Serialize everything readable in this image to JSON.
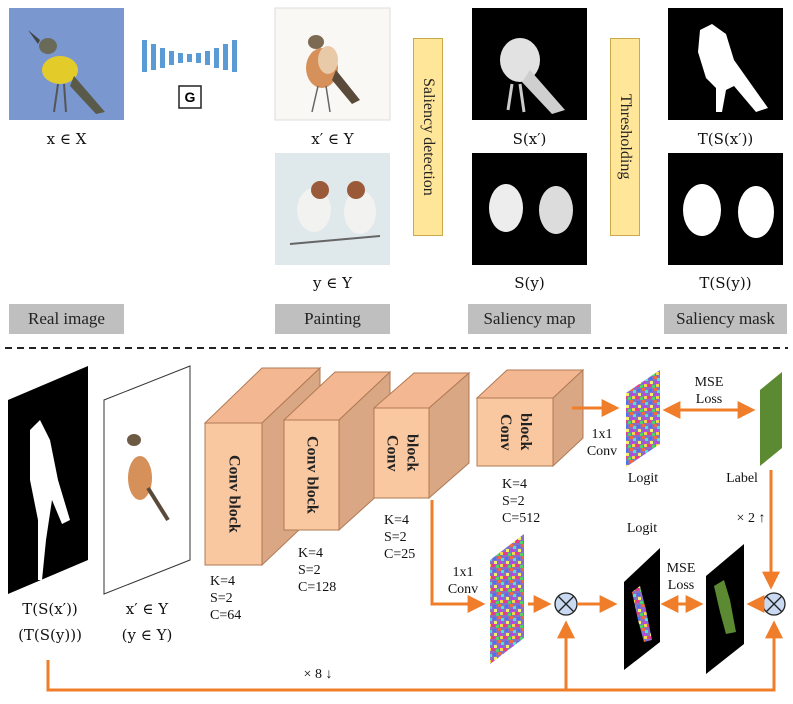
{
  "top": {
    "generator_label": "G",
    "captions": {
      "x_in_X": "x ∈ X",
      "xp_in_Y": "x′ ∈ Y",
      "y_in_Y": "y ∈ Y",
      "S_xp": "S(x′)",
      "S_y": "S(y)",
      "T_S_xp": "T(S(x′))",
      "T_S_y": "T(S(y))"
    },
    "saliency_detection": "Saliency detection",
    "thresholding": "Thresholding",
    "row_labels": [
      "Real image",
      "Painting",
      "Saliency map",
      "Saliency mask"
    ]
  },
  "bottom": {
    "mask_caption_1": "T(S(x′))",
    "mask_caption_2": "(T(S(y)))",
    "painting_caption_1": "x′ ∈ Y",
    "painting_caption_2": "(y ∈ Y)",
    "conv_block_label": "Conv block",
    "conv_block_label_short_1": "Conv",
    "conv_block_label_short_2": "block",
    "block_params": [
      {
        "K": "K=4",
        "S": "S=2",
        "C": "C=64"
      },
      {
        "K": "K=4",
        "S": "S=2",
        "C": "C=128"
      },
      {
        "K": "K=4",
        "S": "S=2",
        "C": "C=25"
      },
      {
        "K": "K=4",
        "S": "S=2",
        "C": "C=512"
      }
    ],
    "conv1x1_a": "1x1",
    "conv1x1_b": "Conv",
    "logit": "Logit",
    "label": "Label",
    "mse": "MSE",
    "loss": "Loss",
    "up_x2": "× 2 ↑",
    "down_x8": "× 8 ↓",
    "colors": {
      "orange": "#f07d2a",
      "block_front": "#fac8a0",
      "block_side": "#d9a784",
      "block_top": "#f3b892",
      "label_green": "#5b8a32",
      "sal_yellow": "#ffe699"
    }
  }
}
